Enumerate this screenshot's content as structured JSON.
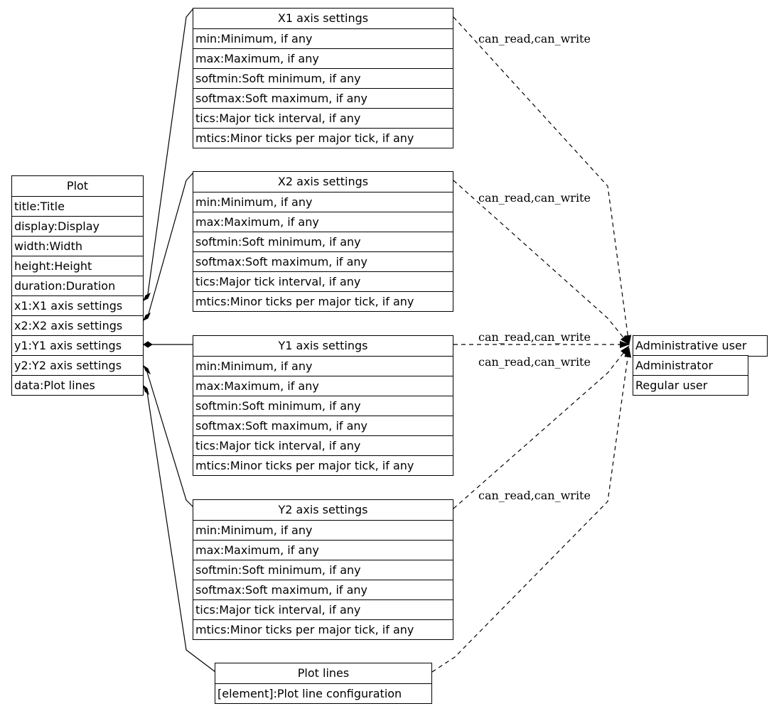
{
  "plot": {
    "title": "Plot",
    "fields": [
      "title:Title",
      "display:Display",
      "width:Width",
      "height:Height",
      "duration:Duration",
      "x1:X1 axis settings",
      "x2:X2 axis settings",
      "y1:Y1 axis settings",
      "y2:Y2 axis settings",
      "data:Plot lines"
    ]
  },
  "x1": {
    "title": "X1 axis settings",
    "fields": [
      "min:Minimum, if any",
      "max:Maximum, if any",
      "softmin:Soft minimum, if any",
      "softmax:Soft maximum, if any",
      "tics:Major tick interval, if any",
      "mtics:Minor ticks per major tick, if any"
    ]
  },
  "x2": {
    "title": "X2 axis settings",
    "fields": [
      "min:Minimum, if any",
      "max:Maximum, if any",
      "softmin:Soft minimum, if any",
      "softmax:Soft maximum, if any",
      "tics:Major tick interval, if any",
      "mtics:Minor ticks per major tick, if any"
    ]
  },
  "y1": {
    "title": "Y1 axis settings",
    "fields": [
      "min:Minimum, if any",
      "max:Maximum, if any",
      "softmin:Soft minimum, if any",
      "softmax:Soft maximum, if any",
      "tics:Major tick interval, if any",
      "mtics:Minor ticks per major tick, if any"
    ]
  },
  "y2": {
    "title": "Y2 axis settings",
    "fields": [
      "min:Minimum, if any",
      "max:Maximum, if any",
      "softmin:Soft minimum, if any",
      "softmax:Soft maximum, if any",
      "tics:Major tick interval, if any",
      "mtics:Minor ticks per major tick, if any"
    ]
  },
  "plotlines": {
    "title": "Plot lines",
    "fields": [
      "[element]:Plot line configuration"
    ]
  },
  "admin": {
    "title": "Administrative user",
    "fields": [
      "Administrator",
      "Regular user"
    ]
  },
  "edges": {
    "x1_label": "can_read,can_write",
    "x2_label": "can_read,can_write",
    "y1_label": "can_read,can_write",
    "y2_label": "can_read,can_write",
    "plotlines_label": "can_read,can_write"
  }
}
